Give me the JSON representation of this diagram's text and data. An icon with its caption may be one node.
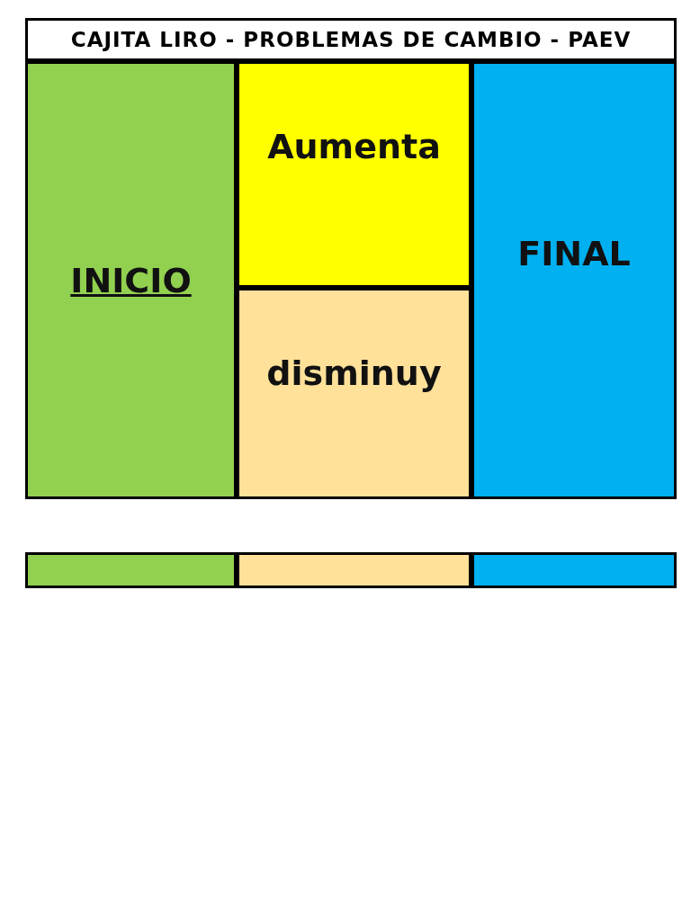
{
  "diagram": {
    "title": "CAJITA LIRO - PROBLEMAS DE CAMBIO - PAEV",
    "nodes": [
      {
        "text": [
          "INICIO"
        ]
      },
      {
        "text": [
          "Aumenta"
        ]
      },
      {
        "text": [
          "disminuy"
        ]
      },
      {
        "text": [
          "FINAL"
        ]
      },
      {
        "text": [],
        "shape": "box"
      },
      {
        "text": [],
        "shape": "box"
      },
      {
        "text": [],
        "shape": "box"
      }
    ]
  }
}
